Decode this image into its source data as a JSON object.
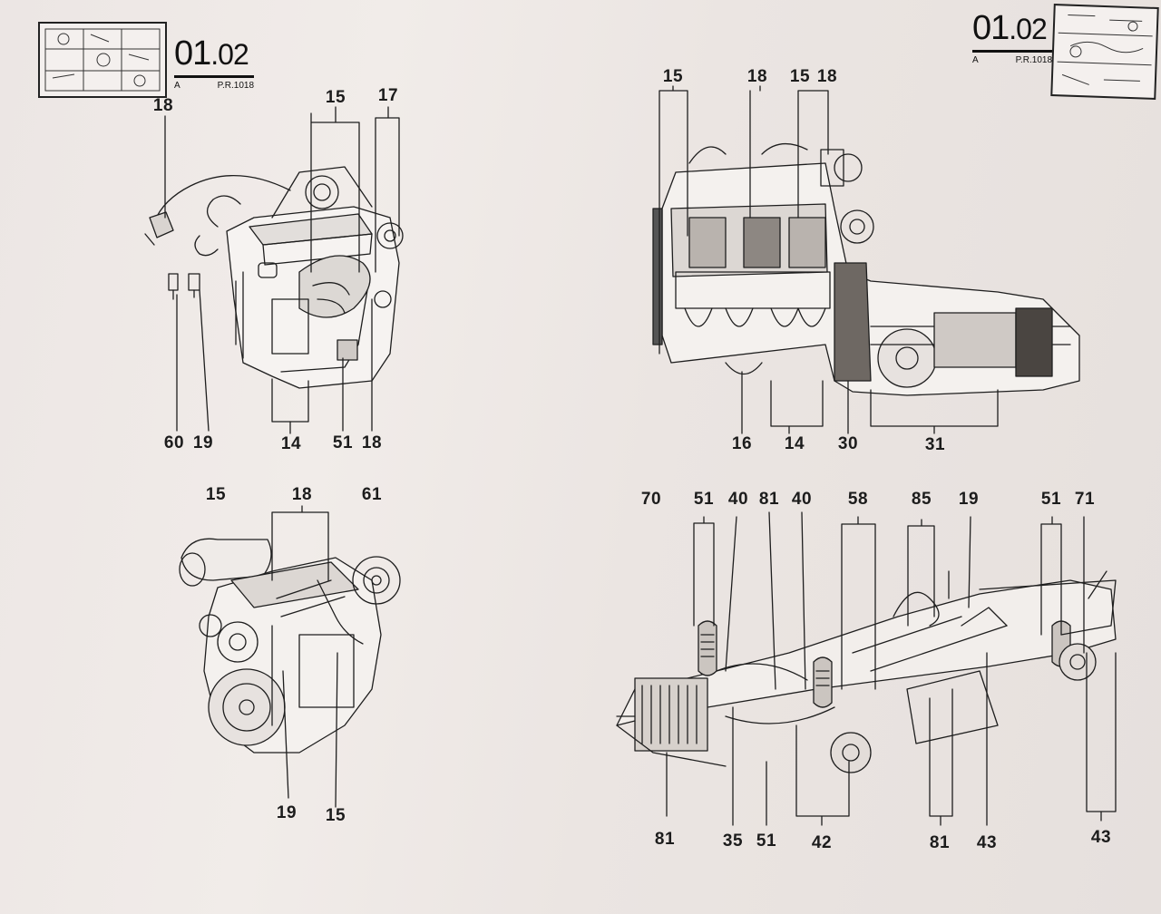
{
  "header_left": {
    "code_major": "01",
    "code_minor": ".02",
    "rev": "A",
    "ref": "P.R.1018"
  },
  "header_right": {
    "code_major": "01",
    "code_minor": ".02",
    "rev": "A",
    "ref": "P.R.1018"
  },
  "callouts": {
    "engine_top": [
      "18",
      "15",
      "17",
      "60",
      "19",
      "14",
      "51",
      "18"
    ],
    "cutaway": [
      "15",
      "18",
      "15",
      "18",
      "16",
      "14",
      "30",
      "31"
    ],
    "engine_rear": [
      "15",
      "18",
      "61",
      "19",
      "15"
    ],
    "chassis_top": [
      "70",
      "51",
      "40",
      "81",
      "40",
      "58",
      "85",
      "19",
      "51",
      "71"
    ],
    "chassis_bottom": [
      "81",
      "35",
      "51",
      "42",
      "81",
      "43",
      "43"
    ]
  },
  "colors": {
    "paper": "#ede7e4",
    "ink": "#1c1c1c"
  }
}
